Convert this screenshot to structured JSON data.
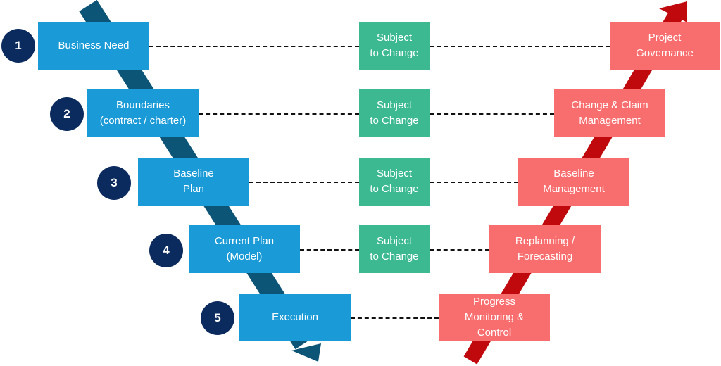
{
  "colors": {
    "left_arrow": "#0d5577",
    "right_arrow": "#c0090d",
    "blue_box": "#1a9ad6",
    "green_box": "#3cb991",
    "red_box": "#f86d6d",
    "badge": "#0b2a5e"
  },
  "rows": [
    {
      "number": "1",
      "left": [
        "Business Need"
      ],
      "middle": [
        "Subject",
        "to Change"
      ],
      "right": [
        "Project",
        "Governance"
      ]
    },
    {
      "number": "2",
      "left": [
        "Boundaries",
        "(contract / charter)"
      ],
      "middle": [
        "Subject",
        "to Change"
      ],
      "right": [
        "Change & Claim",
        "Management"
      ]
    },
    {
      "number": "3",
      "left": [
        "Baseline",
        "Plan"
      ],
      "middle": [
        "Subject",
        "to Change"
      ],
      "right": [
        "Baseline",
        "Management"
      ]
    },
    {
      "number": "4",
      "left": [
        "Current Plan",
        "(Model)"
      ],
      "middle": [
        "Subject",
        "to Change"
      ],
      "right": [
        "Replanning /",
        "Forecasting"
      ]
    },
    {
      "number": "5",
      "left": [
        "Execution"
      ],
      "right": [
        "Progress",
        "Monitoring &",
        "Control"
      ]
    }
  ]
}
